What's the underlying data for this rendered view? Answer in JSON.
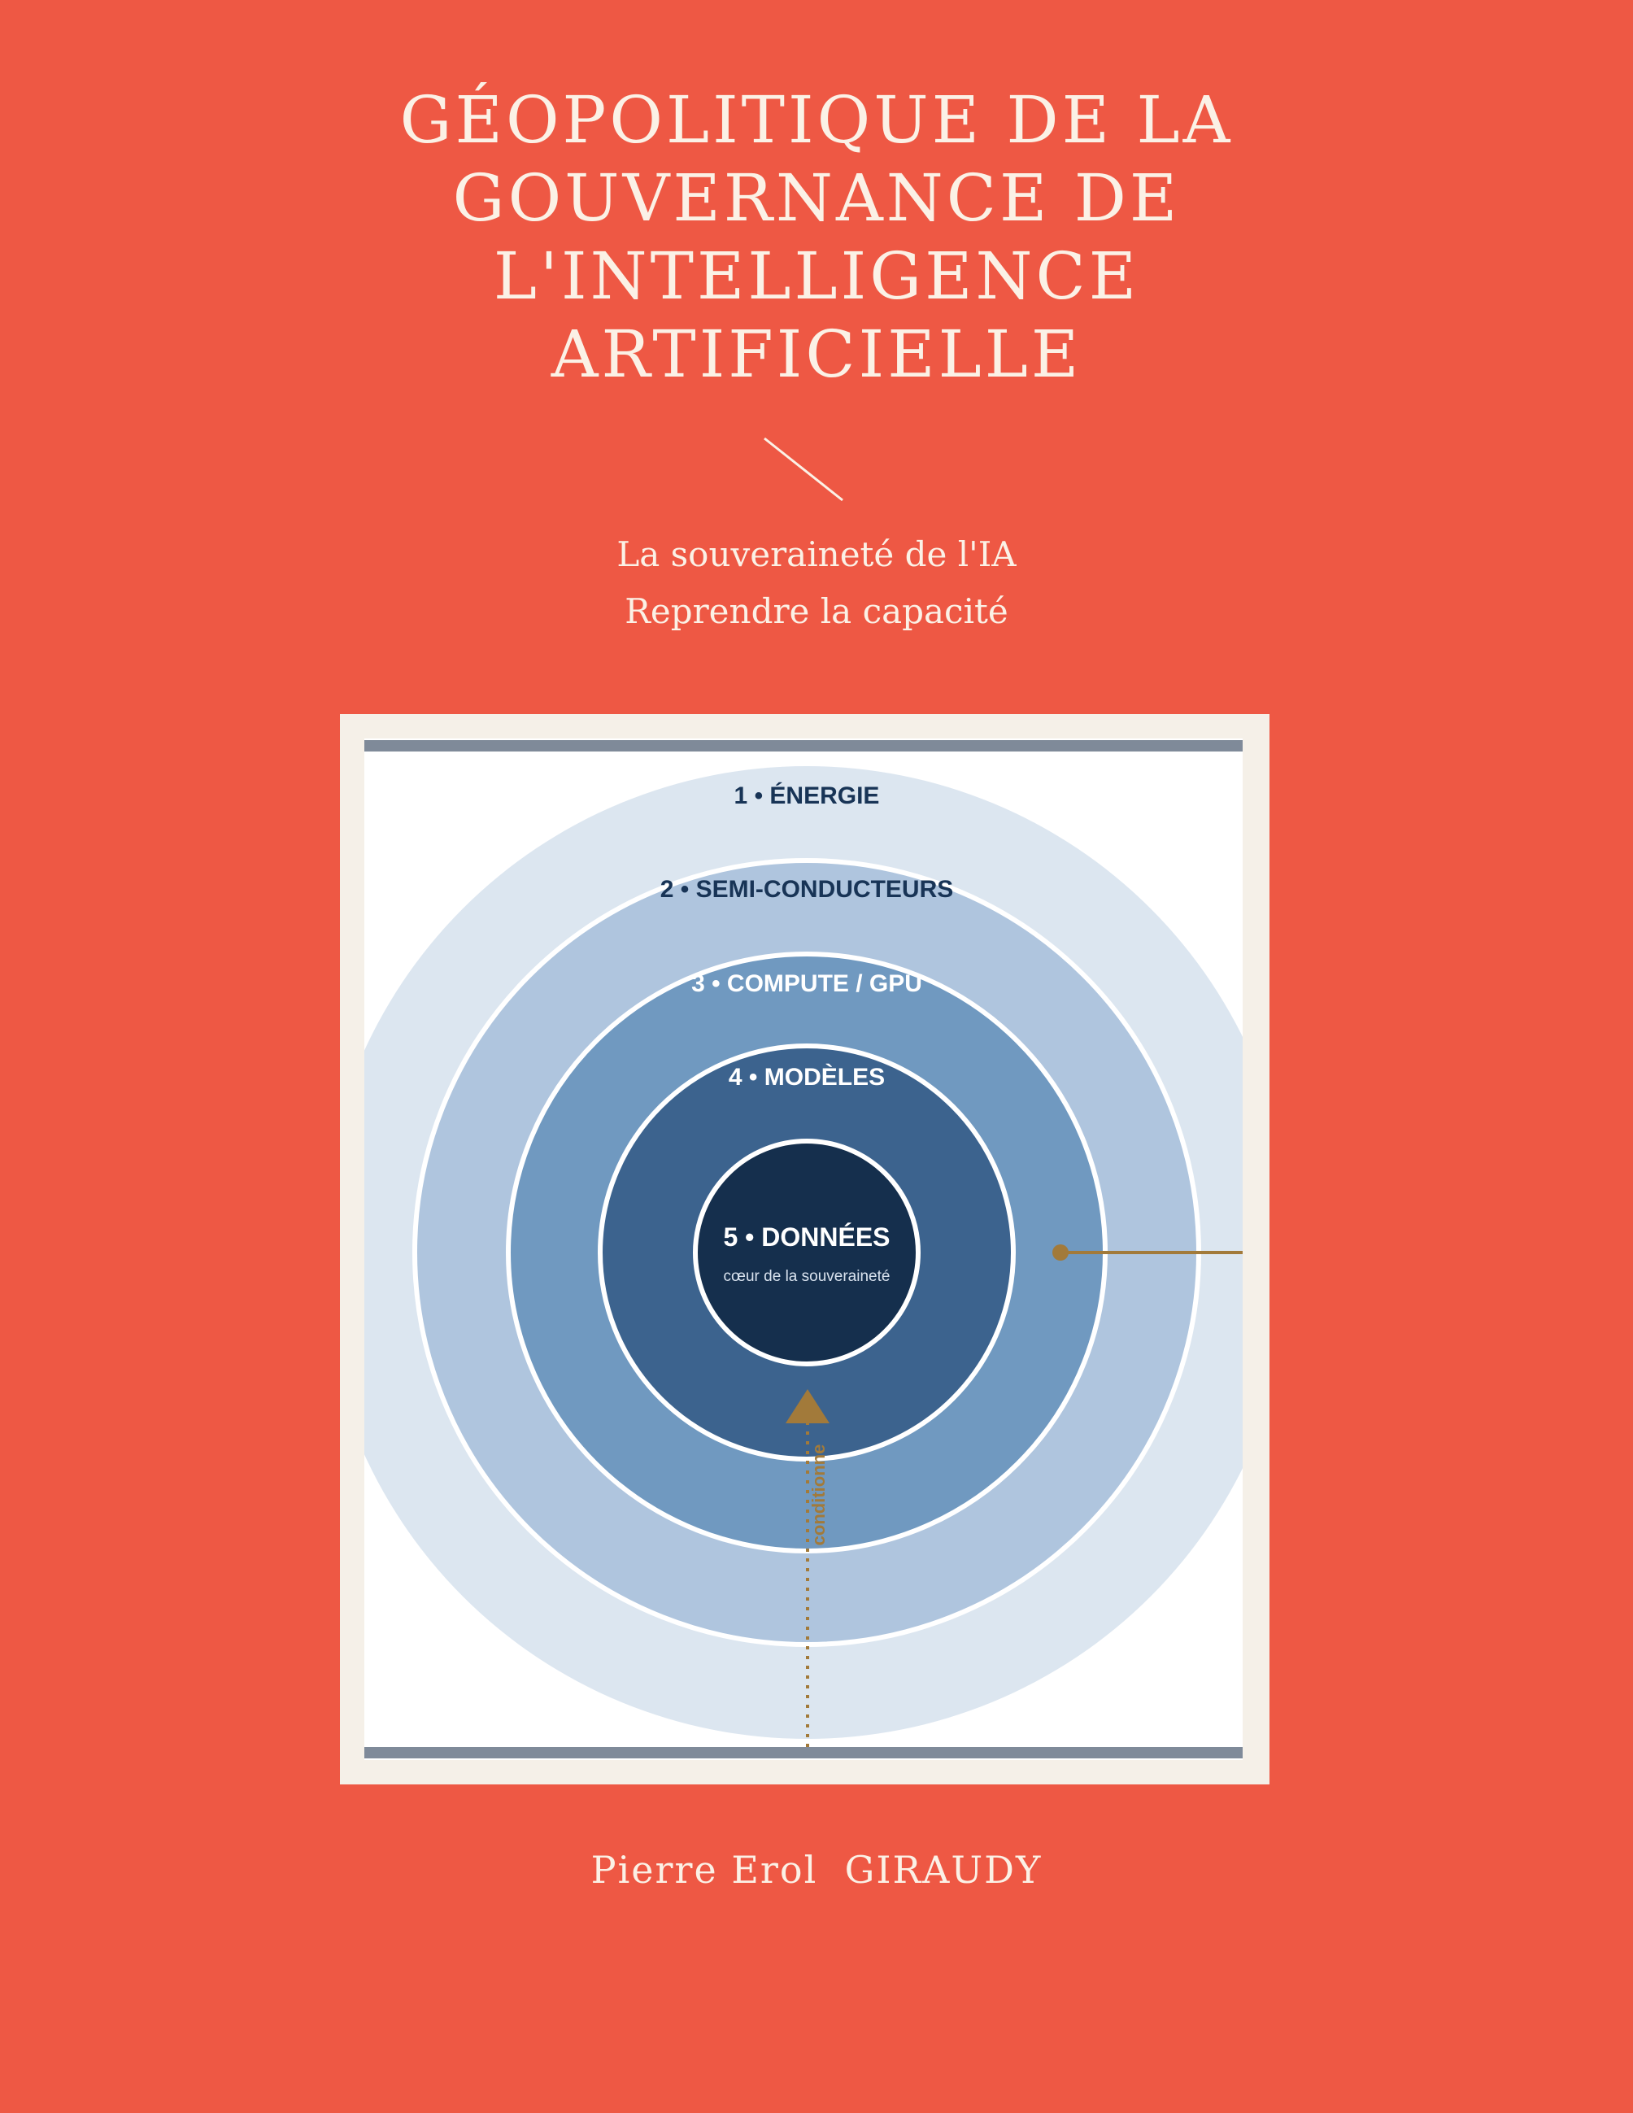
{
  "title_lines": [
    "GÉOPOLITIQUE DE LA",
    "GOUVERNANCE DE",
    "L'INTELLIGENCE",
    "ARTIFICIELLE"
  ],
  "subtitle_lines": [
    "La souveraineté de l'IA",
    "Reprendre la capacité"
  ],
  "author": "Pierre Erol  GIRAUDY",
  "diagram": {
    "layers": [
      {
        "label": "1 • ÉNERGIE"
      },
      {
        "label": "2 • SEMI-CONDUCTEURS"
      },
      {
        "label": "3 • COMPUTE / GPU"
      },
      {
        "label": "4 • MODÈLES"
      },
      {
        "label": "5 • DONNÉES"
      }
    ],
    "core_caption": "cœur de la souveraineté",
    "arrow_label": "conditionne",
    "colors": {
      "layer1": "#DCE6F0",
      "layer2": "#AFC5DE",
      "layer3": "#7099C0",
      "layer4": "#3C638E",
      "layer5": "#152F4D",
      "accent": "#A27A3A",
      "rule": "#7F8A99",
      "background": "#EE5844",
      "text_light": "#FBF1E6"
    }
  }
}
